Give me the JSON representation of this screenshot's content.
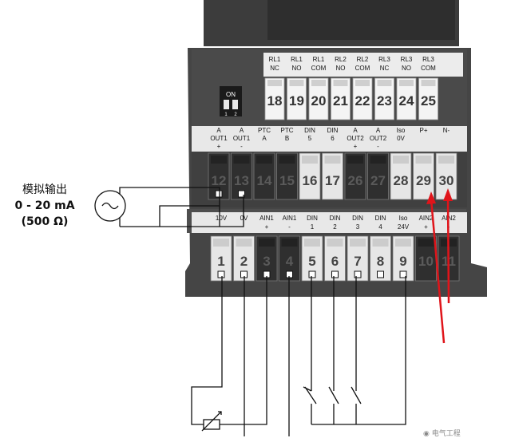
{
  "switch": {
    "label": "ON",
    "pos1": "1",
    "pos2": "2"
  },
  "output_annotation": {
    "line1": "模拟输出",
    "line2": "0 - 20 mA",
    "line3": "(500 Ω)"
  },
  "watermark": "◉ 电气工程",
  "top_row": [
    {
      "num": "18",
      "l1": "RL1",
      "l2": "NC"
    },
    {
      "num": "19",
      "l1": "RL1",
      "l2": "NO"
    },
    {
      "num": "20",
      "l1": "RL1",
      "l2": "COM"
    },
    {
      "num": "21",
      "l1": "RL2",
      "l2": "NO"
    },
    {
      "num": "22",
      "l1": "RL2",
      "l2": "COM"
    },
    {
      "num": "23",
      "l1": "RL3",
      "l2": "NC"
    },
    {
      "num": "24",
      "l1": "RL3",
      "l2": "NO"
    },
    {
      "num": "25",
      "l1": "RL3",
      "l2": "COM"
    }
  ],
  "middle_row": [
    {
      "num": "12",
      "l1": "A",
      "l2": "OUT1",
      "l3": "+"
    },
    {
      "num": "13",
      "l1": "A",
      "l2": "OUT1",
      "l3": "-"
    },
    {
      "num": "14",
      "l1": "PTC",
      "l2": "A",
      "l3": ""
    },
    {
      "num": "15",
      "l1": "PTC",
      "l2": "B",
      "l3": ""
    },
    {
      "num": "16",
      "l1": "DIN",
      "l2": "5",
      "l3": ""
    },
    {
      "num": "17",
      "l1": "DIN",
      "l2": "6",
      "l3": ""
    },
    {
      "num": "26",
      "l1": "A",
      "l2": "OUT2",
      "l3": "+"
    },
    {
      "num": "27",
      "l1": "A",
      "l2": "OUT2",
      "l3": "-"
    },
    {
      "num": "28",
      "l1": "Iso",
      "l2": "0V",
      "l3": ""
    },
    {
      "num": "29",
      "l1": "P+",
      "l2": "",
      "l3": ""
    },
    {
      "num": "30",
      "l1": "N-",
      "l2": "",
      "l3": ""
    }
  ],
  "bottom_row": [
    {
      "num": "1",
      "l1": "10V",
      "l2": ""
    },
    {
      "num": "2",
      "l1": "0V",
      "l2": ""
    },
    {
      "num": "3",
      "l1": "AIN1",
      "l2": "+"
    },
    {
      "num": "4",
      "l1": "AIN1",
      "l2": "-"
    },
    {
      "num": "5",
      "l1": "DIN",
      "l2": "1"
    },
    {
      "num": "6",
      "l1": "DIN",
      "l2": "2"
    },
    {
      "num": "7",
      "l1": "DIN",
      "l2": "3"
    },
    {
      "num": "8",
      "l1": "DIN",
      "l2": "4"
    },
    {
      "num": "9",
      "l1": "Iso",
      "l2": "24V"
    },
    {
      "num": "10",
      "l1": "AIN2",
      "l2": "+"
    },
    {
      "num": "11",
      "l1": "AIN2",
      "l2": "-"
    }
  ]
}
